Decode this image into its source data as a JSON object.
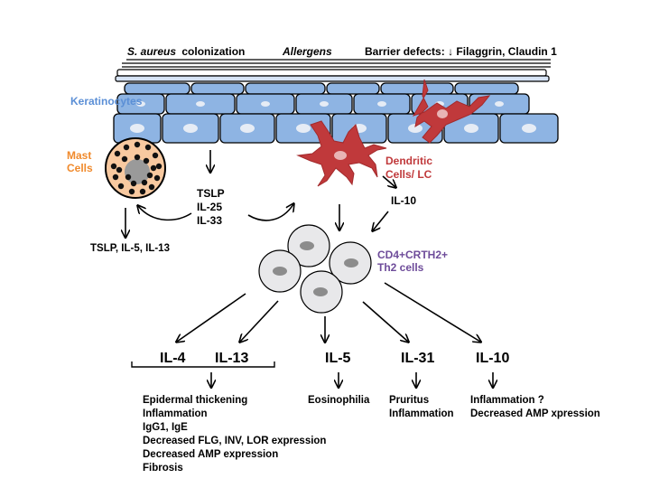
{
  "top_labels": {
    "s_aureus": "S. aureus",
    "colonization": "colonization",
    "allergens": "Allergens",
    "barrier": "Barrier defects:",
    "barrier_arrow": "↓",
    "barrier_items": "Filaggrin, Claudin 1"
  },
  "keratinocytes": "Keratinocytes",
  "mast_cells": [
    "Mast",
    "Cells"
  ],
  "cytokines_center": [
    "TSLP",
    "IL-25",
    "IL-33"
  ],
  "mast_products": "TSLP, IL-5, IL-13",
  "dendritic": [
    "Dendritic",
    "Cells/ LC"
  ],
  "il10_top": "IL-10",
  "th2": [
    "CD4+CRTH2+",
    "Th2 cells"
  ],
  "interleukins": {
    "il4": "IL-4",
    "il13": "IL-13",
    "il5": "IL-5",
    "il31": "IL-31",
    "il10": "IL-10"
  },
  "effects": {
    "il4_il13": [
      "Epidermal thickening",
      "Inflammation",
      "IgG1, IgE",
      "Decreased FLG, INV, LOR expression",
      "Decreased AMP expression",
      "Fibrosis"
    ],
    "il5": [
      "Eosinophilia"
    ],
    "il31": [
      "Pruritus",
      "Inflammation"
    ],
    "il10": [
      "Inflammation ?",
      "Decreased AMP xpression"
    ]
  },
  "colors": {
    "keratinocyte_fill": "#8eb4e3",
    "keratinocyte_label": "#5b8fd6",
    "mast_label": "#f08a2c",
    "mast_fill": "#f8c9a0",
    "dendritic": "#c0393b",
    "th2_label": "#6e4c9a",
    "th2_cell": "#e8e8ea",
    "nucleus": "#8c8c8c"
  }
}
